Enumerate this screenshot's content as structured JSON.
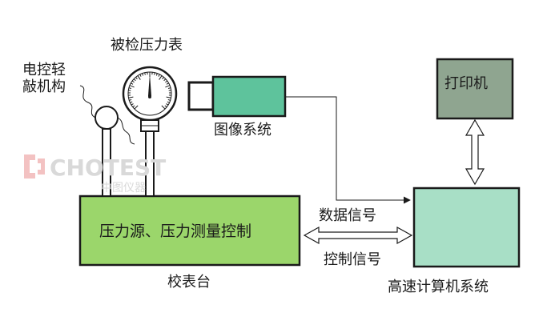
{
  "labels": {
    "gauge": "被检压力表",
    "valve_line1": "电控轻",
    "valve_line2": "敲机构",
    "camera": "图像系统",
    "printer": "打印机",
    "control_box": "压力源、压力测量控制",
    "bench": "校表台",
    "data_signal": "数据信号",
    "control_signal": "控制信号",
    "computer": "高速计算机系统"
  },
  "watermark": {
    "brand": "CHOTEST",
    "sub": "中图仪器"
  },
  "colors": {
    "camera_fill": "#5ec39c",
    "printer_fill": "#8fa590",
    "control_box_fill": "#9bd66b",
    "computer_fill": "#a8dfc6",
    "watermark_logo": "#f3c2c2",
    "stroke": "#1a1a1a"
  }
}
